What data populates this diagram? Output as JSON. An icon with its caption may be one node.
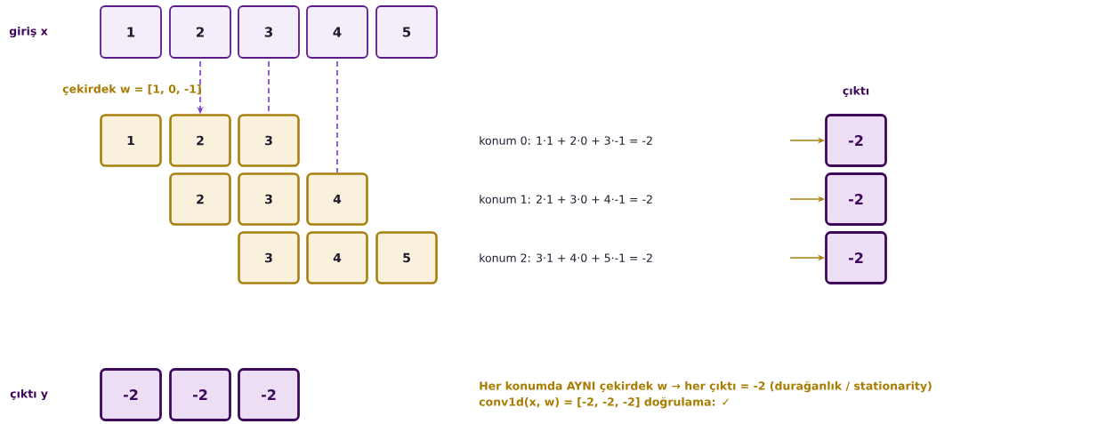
{
  "diagram": {
    "nodes": [
      {
        "text": [
          "1"
        ]
      },
      {
        "text": [
          "2"
        ]
      },
      {
        "text": [
          "3"
        ]
      },
      {
        "text": [
          "4"
        ]
      },
      {
        "text": [
          "5"
        ]
      },
      {
        "text": [
          "1"
        ]
      },
      {
        "text": [
          "2"
        ]
      },
      {
        "text": [
          "3"
        ]
      },
      {
        "text": [
          "2"
        ]
      },
      {
        "text": [
          "3"
        ]
      },
      {
        "text": [
          "4"
        ]
      },
      {
        "text": [
          "3"
        ]
      },
      {
        "text": [
          "4"
        ]
      },
      {
        "text": [
          "5"
        ]
      },
      {
        "text": [
          "-2"
        ]
      },
      {
        "text": [
          "-2"
        ]
      },
      {
        "text": [
          "-2"
        ]
      },
      {
        "text": [
          "-2"
        ]
      },
      {
        "text": [
          "-2"
        ]
      },
      {
        "text": [
          "-2"
        ]
      }
    ],
    "edges": [
      {
        "from": 1,
        "to": 6,
        "arrow": "to",
        "style": "dashed",
        "color": "#7b3cc4"
      },
      {
        "from": 2,
        "to": 7,
        "arrow": "none",
        "style": "dashed",
        "color": "#7b3cc4"
      },
      {
        "from": 3,
        "to": 10,
        "arrow": "none",
        "style": "dashed",
        "color": "#7b3cc4"
      },
      {
        "from": null,
        "to": 14,
        "arrow": "to",
        "color": "#a8800f"
      },
      {
        "from": null,
        "to": 15,
        "arrow": "to",
        "color": "#a8800f"
      },
      {
        "from": null,
        "to": 16,
        "arrow": "to",
        "color": "#a8800f"
      }
    ],
    "labels": [
      "giriş x",
      "çekirdek w = [1, 0, -1]",
      "çıktı",
      "konum 0:   1·1 + 2·0 + 3·-1  =  -2",
      "konum 1:   2·1 + 3·0 + 4·-1  =  -2",
      "konum 2:   3·1 + 4·0 + 5·-1  =  -2",
      "çıktı y",
      "Her konumda AYNI çekirdek w → her çıktı = -2  (durağanlık / stationarity)",
      "conv1d(x, w) = [-2, -2, -2]   doğrulama: ✓"
    ]
  }
}
